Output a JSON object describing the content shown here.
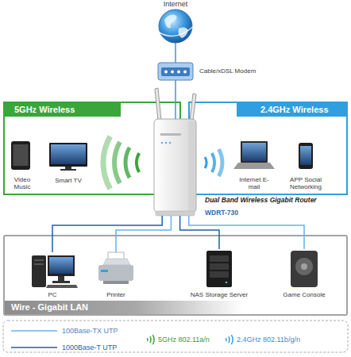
{
  "diagram": {
    "nodes": [
      {
        "text": [
          "Internet"
        ]
      },
      {
        "text": [
          "Cable/xDSL Modem"
        ]
      },
      {
        "text": [
          "5GHz Wireless"
        ]
      },
      {
        "text": [
          "Video Music"
        ],
        "in": 2
      },
      {
        "text": [
          "Smart TV"
        ],
        "in": 2
      },
      {
        "text": [
          "2.4GHz Wireless"
        ]
      },
      {
        "text": [
          "Internet E-mail"
        ],
        "in": 5
      },
      {
        "text": [
          "APP Social Networking"
        ],
        "in": 5
      },
      {
        "text": [
          "Dual Band Wireless Gigabit Router",
          "WDRT-730"
        ]
      },
      {
        "text": [
          "Wire - Gigabit LAN"
        ]
      },
      {
        "text": [
          "PC"
        ],
        "in": 9
      },
      {
        "text": [
          "Printer"
        ],
        "in": 9
      },
      {
        "text": [
          "NAS Storage Server"
        ],
        "in": 9
      },
      {
        "text": [
          "Game Console"
        ],
        "in": 9
      }
    ],
    "edges": [
      {
        "from": 0,
        "to": 1,
        "arrow": "none"
      },
      {
        "from": 1,
        "to": 8,
        "arrow": "none"
      },
      {
        "from": 8,
        "to": 10,
        "arrow": "none"
      },
      {
        "from": 8,
        "to": 11,
        "arrow": "none"
      },
      {
        "from": 8,
        "to": 12,
        "arrow": "none"
      },
      {
        "from": 8,
        "to": 13,
        "arrow": "none"
      }
    ],
    "legend": [
      {
        "text": "100Base-TX UTP"
      },
      {
        "text": "1000Base-T UTP"
      },
      {
        "text": "5GHz 802.11a/n"
      },
      {
        "text": "2.4GHz 802.11b/g/n"
      }
    ]
  }
}
